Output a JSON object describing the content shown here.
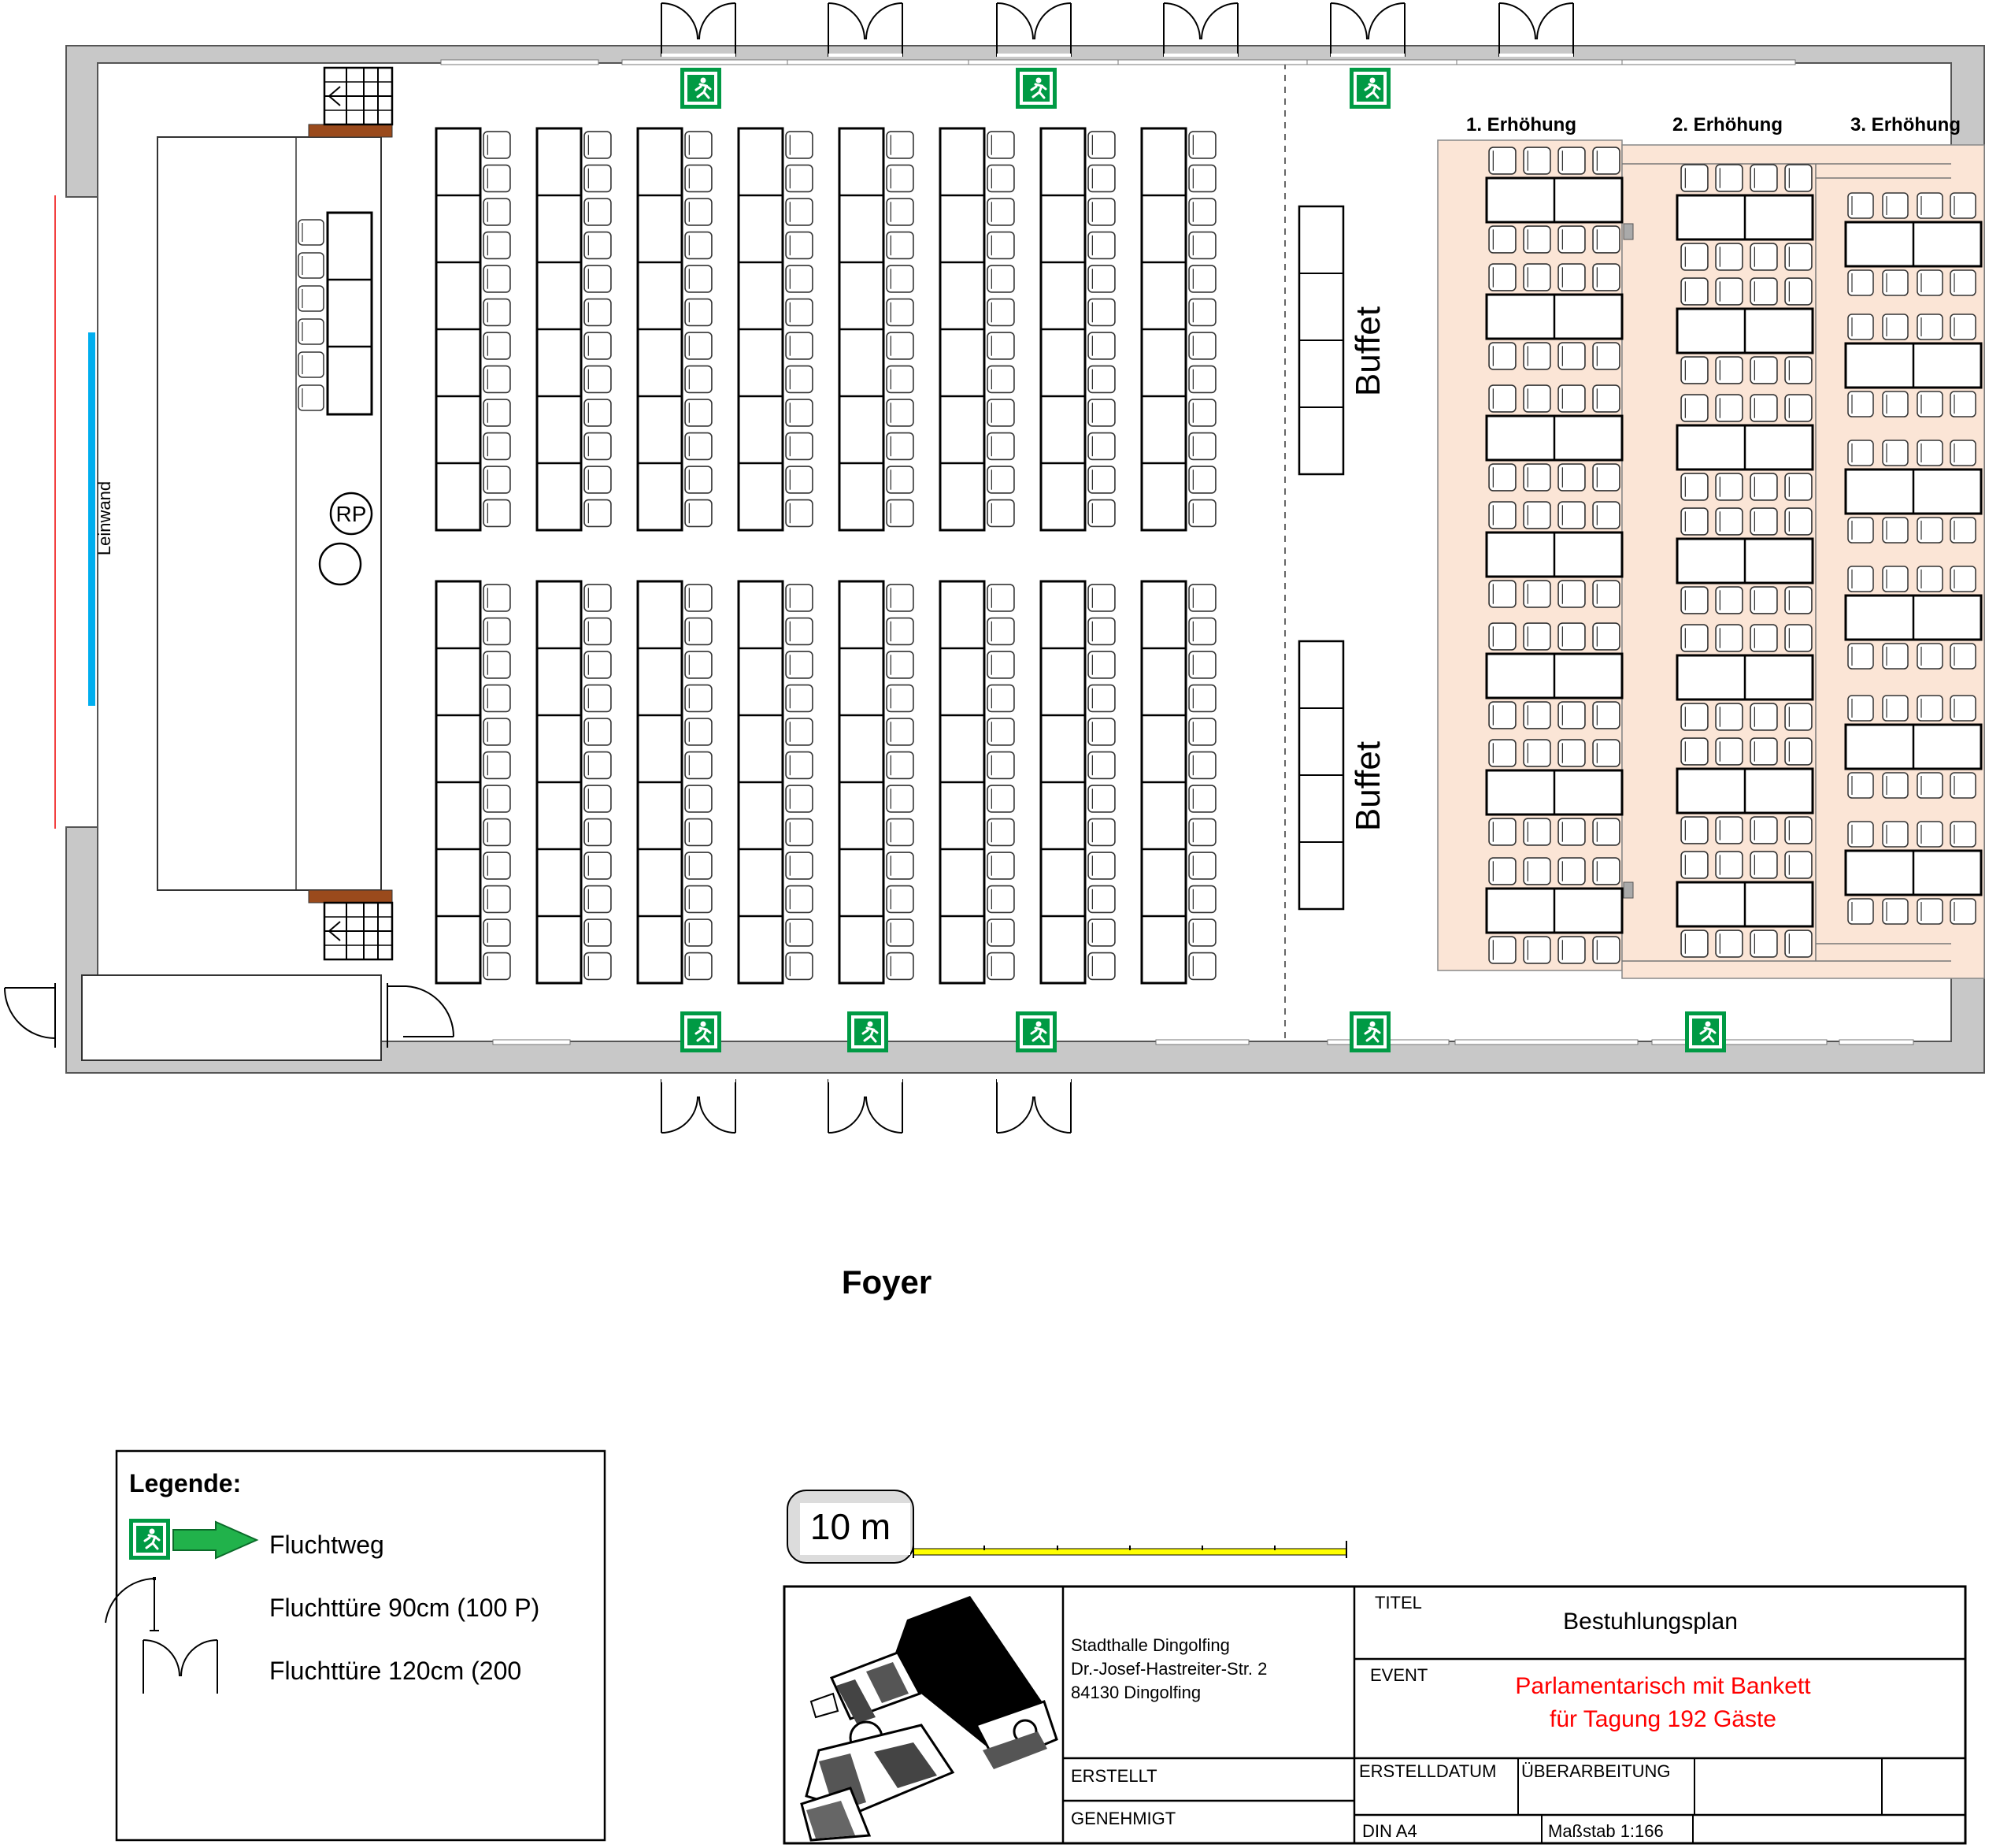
{
  "labels": {
    "leinwand": "Leinwand",
    "rp": "RP",
    "buffet_1": "Buffet",
    "buffet_2": "Buffet",
    "erhoehung_1": "1. Erhöhung",
    "erhoehung_2": "2. Erhöhung",
    "erhoehung_3": "3. Erhöhung",
    "foyer": "Foyer"
  },
  "legend": {
    "title": "Legende:",
    "items": [
      {
        "icon": "emergency-exit-arrow-icon",
        "label": "Fluchtweg"
      },
      {
        "icon": "single-door-icon",
        "label": "Fluchttüre 90cm (100 P)"
      },
      {
        "icon": "double-door-icon",
        "label": "Fluchttüre 120cm (200"
      }
    ]
  },
  "scale": {
    "label": "10 m"
  },
  "title_block": {
    "address_line_1": "Stadthalle Dingolfing",
    "address_line_2": "Dr.-Josef-Hastreiter-Str. 2",
    "address_line_3": "84130 Dingolfing",
    "titel_label": "TITEL",
    "titel_value": "Bestuhlungsplan",
    "event_label": "EVENT",
    "event_line_1": "Parlamentarisch mit Bankett",
    "event_line_2": "für Tagung 192 Gäste",
    "erstellt_label": "ERSTELLT",
    "genehmigt_label": "GENEHMIGT",
    "erstelldatum_label": "ERSTELLDATUM",
    "ueberarbeitung_label": "ÜBERARBEITUNG",
    "format": "DIN A4",
    "massstab": "Maßstab 1:166"
  },
  "colors": {
    "wall": "#c8c8c8",
    "stairs_wood": "#9a4a1c",
    "screen": "#00aeef",
    "exit_green": "#009a44",
    "platform": "#fbe5d6",
    "scale_yellow": "#ffff00",
    "event_red": "#ff0000"
  }
}
